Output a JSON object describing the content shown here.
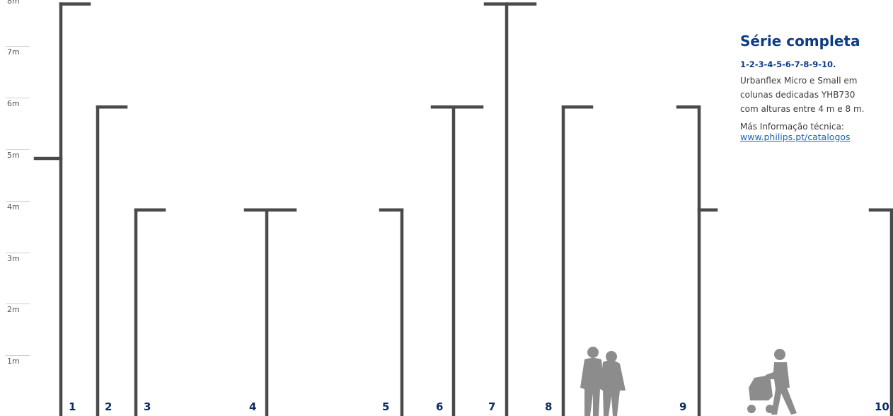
{
  "scale": {
    "unit": "m",
    "labels": [
      "8m",
      "7m",
      "6m",
      "5m",
      "4m",
      "3m",
      "2m",
      "1m"
    ],
    "values": [
      8,
      7,
      6,
      5,
      4,
      3,
      2,
      1
    ]
  },
  "poles": [
    {
      "label": "1",
      "height_m": 8,
      "type": "bracket-right",
      "extra_arm_left_m": 5
    },
    {
      "label": "2",
      "height_m": 6,
      "type": "bracket-right"
    },
    {
      "label": "3",
      "height_m": 4,
      "type": "bracket-right"
    },
    {
      "label": "4",
      "height_m": 4,
      "type": "t-double"
    },
    {
      "label": "5",
      "height_m": 4,
      "type": "bracket-left"
    },
    {
      "label": "6",
      "height_m": 6,
      "type": "t-double"
    },
    {
      "label": "7",
      "height_m": 8,
      "type": "t-double"
    },
    {
      "label": "8",
      "height_m": 6,
      "type": "bracket-right"
    },
    {
      "label": "9",
      "height_m": 6,
      "type": "bracket-left",
      "extra_arm_right_m": 4
    },
    {
      "label": "10",
      "height_m": 4,
      "type": "bracket-left"
    }
  ],
  "colors": {
    "pole": "#4a4a4c",
    "silhouette": "#8c8c8c",
    "title": "#0b3c84",
    "link": "#1f64b4",
    "number": "#0d2b5e"
  },
  "info": {
    "title": "Série completa",
    "series": "1-2-3-4-5-6-7-8-9-10.",
    "description_lines": [
      "Urbanflex Micro e Small em",
      "colunas dedicadas YHB730",
      "com alturas entre 4 m e 8 m."
    ],
    "more_label": "Más Informação técnica:",
    "link": "www.philips.pt/catalogos"
  },
  "figures": [
    "couple-walking-silhouette",
    "person-with-stroller-silhouette"
  ]
}
